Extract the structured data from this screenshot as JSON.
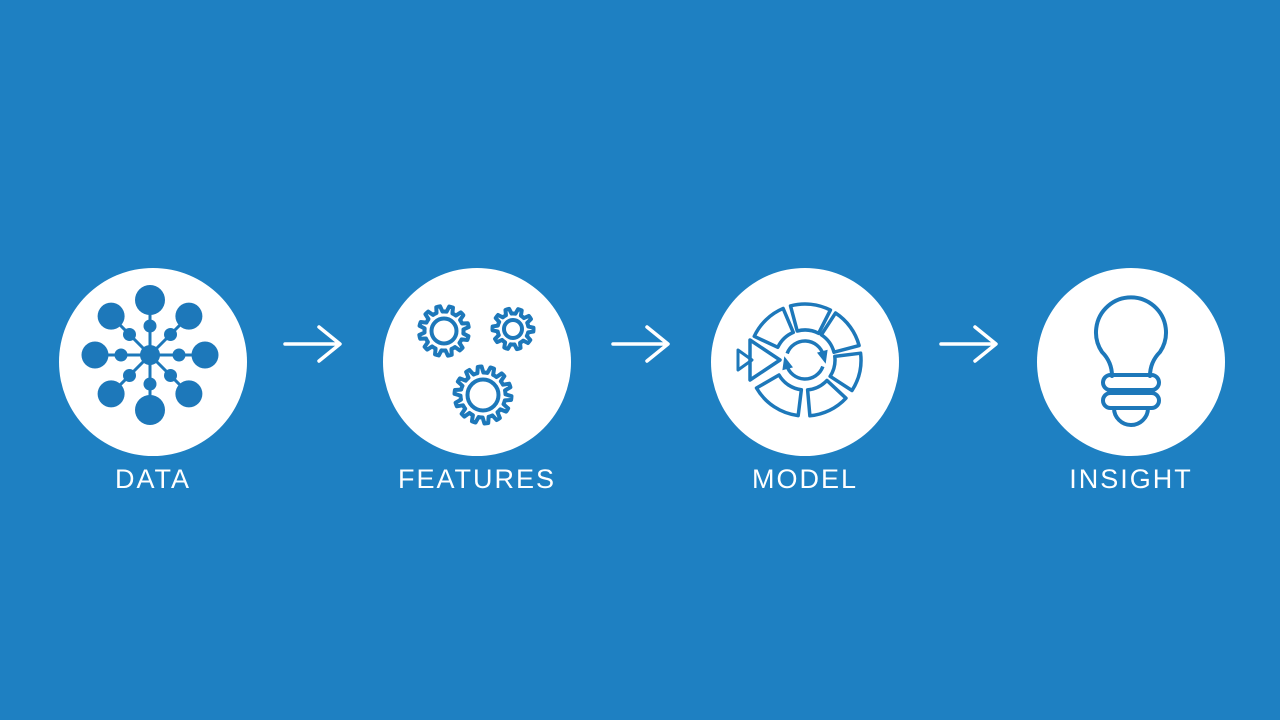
{
  "slide": {
    "colors": {
      "background": "#1e80c2",
      "icon": "#1d78ba",
      "circle": "#ffffff",
      "arrow": "#ffffff",
      "label": "#ffffff"
    },
    "steps": [
      {
        "label": "DATA",
        "icon": "data-network-icon"
      },
      {
        "label": "FEATURES",
        "icon": "gears-icon"
      },
      {
        "label": "MODEL",
        "icon": "model-iteration-icon"
      },
      {
        "label": "INSIGHT",
        "icon": "lightbulb-icon"
      }
    ],
    "connector_icon": "right-arrow-icon"
  }
}
